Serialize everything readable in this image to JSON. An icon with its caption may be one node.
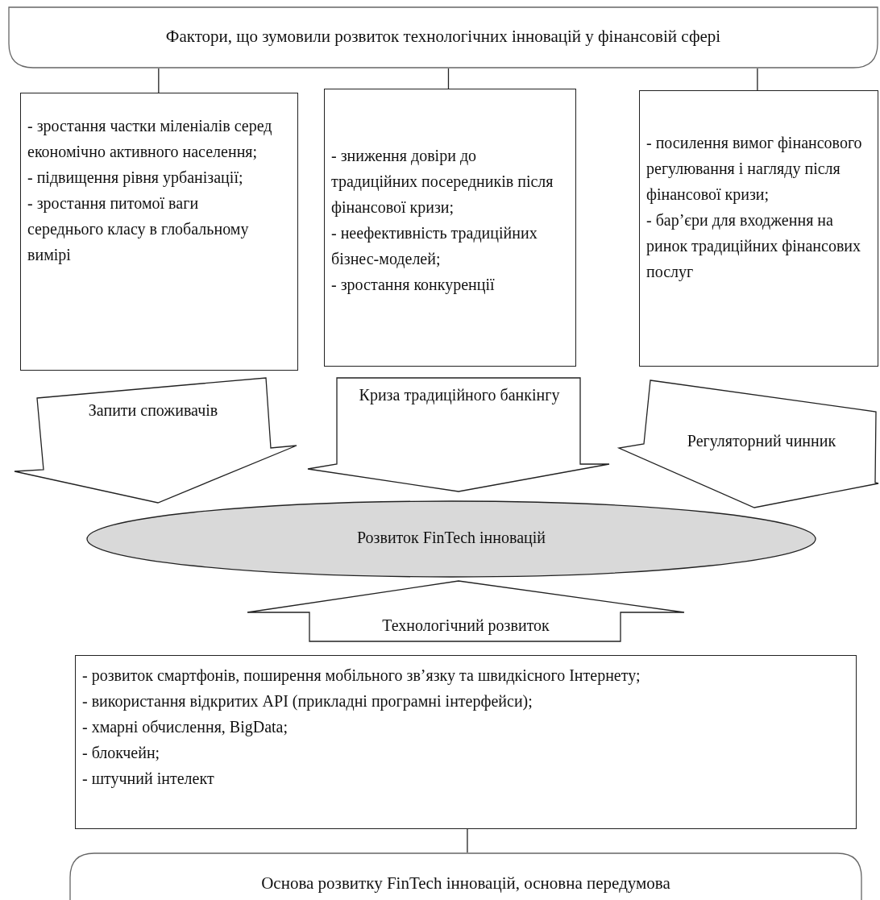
{
  "diagram": {
    "nodes": [
      {
        "text": [
          "Фактори, що зумовили розвиток технологічних інновацій у фінансовій сфері"
        ]
      },
      {
        "text": [
          "- зростання частки міленіалів серед економічно активного населення;",
          "- підвищення рівня урбанізації;",
          "- зростання питомої ваги середнього класу в глобальному вимірі"
        ]
      },
      {
        "text": [
          "- зниження довіри до традиційних посередників після фінансової кризи;",
          "- неефективність традиційних бізнес-моделей;",
          "- зростання конкуренції"
        ]
      },
      {
        "text": [
          "- посилення вимог фінансового регулювання і нагляду після фінансової кризи;",
          "- бар’єри для входження на ринок традиційних фінансових послуг"
        ]
      },
      {
        "text": [
          "Розвиток FinTech інновацій"
        ]
      },
      {
        "text": [
          "- розвиток смартфонів, поширення мобільного зв’язку та швидкісного Інтернету;",
          "- використання відкритих API (прикладні програмні інтерфейси);",
          "- хмарні обчислення, BigData;",
          "- блокчейн;",
          "- штучний інтелект"
        ]
      },
      {
        "text": [
          "Основа розвитку FinTech інновацій, основна передумова"
        ]
      }
    ],
    "edges": [
      {
        "from": 0,
        "to": 1,
        "arrow": "none"
      },
      {
        "from": 0,
        "to": 2,
        "arrow": "none"
      },
      {
        "from": 0,
        "to": 3,
        "arrow": "none"
      },
      {
        "from": 1,
        "to": 4,
        "arrow": "to",
        "label": "Запити споживачів"
      },
      {
        "from": 2,
        "to": 4,
        "arrow": "to",
        "label": "Криза традиційного банкінгу"
      },
      {
        "from": 3,
        "to": 4,
        "arrow": "to",
        "label": "Регуляторний чинник"
      },
      {
        "from": 5,
        "to": 4,
        "arrow": "to",
        "label": "Технологічний розвиток"
      },
      {
        "from": 5,
        "to": 6,
        "arrow": "none"
      }
    ]
  }
}
